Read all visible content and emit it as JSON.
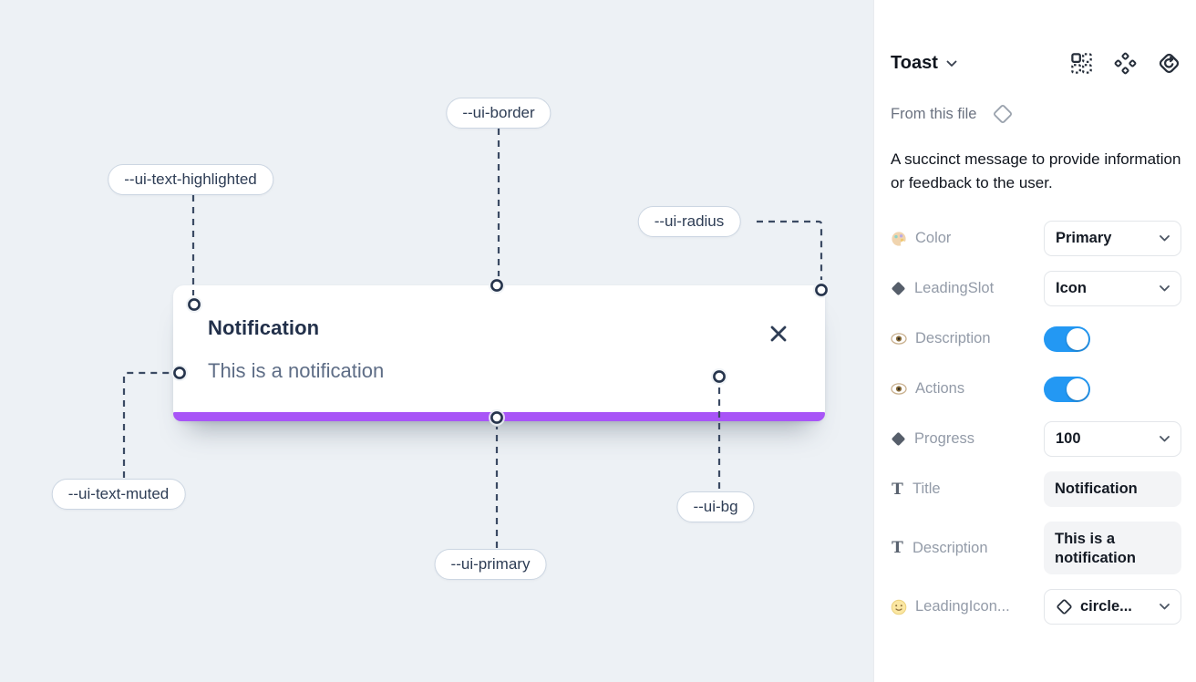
{
  "canvas": {
    "toast": {
      "title": "Notification",
      "description": "This is a notification"
    },
    "annotations": [
      {
        "text": "--ui-border"
      },
      {
        "text": "--ui-text-highlighted"
      },
      {
        "text": "--ui-radius"
      },
      {
        "text": "--ui-text-muted"
      },
      {
        "text": "--ui-primary"
      },
      {
        "text": "--ui-bg"
      }
    ],
    "colors": {
      "primary": "#a855f7",
      "background": "#edf1f5",
      "title_text": "#22304a",
      "muted_text": "#5e6d86"
    }
  },
  "panel": {
    "title": "Toast",
    "source_label": "From this file",
    "description": "A succinct message to provide information or feedback to the user.",
    "toggle_color": "#2398f3",
    "properties": [
      {
        "name": "Color",
        "control": "dropdown",
        "value": "Primary"
      },
      {
        "name": "LeadingSlot",
        "control": "dropdown",
        "value": "Icon"
      },
      {
        "name": "Description",
        "control": "toggle",
        "state": "on"
      },
      {
        "name": "Actions",
        "control": "toggle",
        "state": "on"
      },
      {
        "name": "Progress",
        "control": "dropdown",
        "value": "100"
      },
      {
        "name": "Title",
        "control": "textfield",
        "value": "Notification"
      },
      {
        "name": "Description",
        "control": "textfield",
        "value": "This is a notification"
      },
      {
        "name": "LeadingIcon...",
        "control": "dropdown-icon",
        "value": "circle..."
      }
    ]
  }
}
